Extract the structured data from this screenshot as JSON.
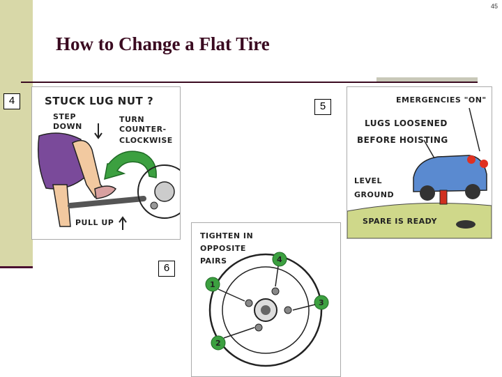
{
  "slide": {
    "page_number": "45",
    "title": "How to Change a Flat Tire"
  },
  "steps": [
    {
      "label": "4",
      "text": {
        "heading": "STUCK LUG NUT ?",
        "step_down_1": "STEP",
        "step_down_2": "DOWN",
        "turn_1": "TURN",
        "turn_2": "COUNTER-",
        "turn_3": "CLOCKWISE",
        "pull_up": "PULL UP"
      }
    },
    {
      "label": "5",
      "text": {
        "emergencies": "EMERGENCIES \"ON\"",
        "lugs_1": "LUGS LOOSENED",
        "lugs_2": "BEFORE HOISTING",
        "level_1": "LEVEL",
        "level_2": "GROUND",
        "spare": "SPARE IS READY"
      }
    },
    {
      "label": "6",
      "text": {
        "tighten_1": "TIGHTEN IN",
        "tighten_2": "OPPOSITE",
        "tighten_3": "PAIRS",
        "order": [
          "1",
          "2",
          "3",
          "4"
        ]
      }
    }
  ],
  "colors": {
    "title": "#3a0a20",
    "side_bar": "#d8d8a8",
    "arrow_green": "#3ca040",
    "car_blue": "#5a8ad0",
    "skirt_purple": "#7a4a9a"
  }
}
